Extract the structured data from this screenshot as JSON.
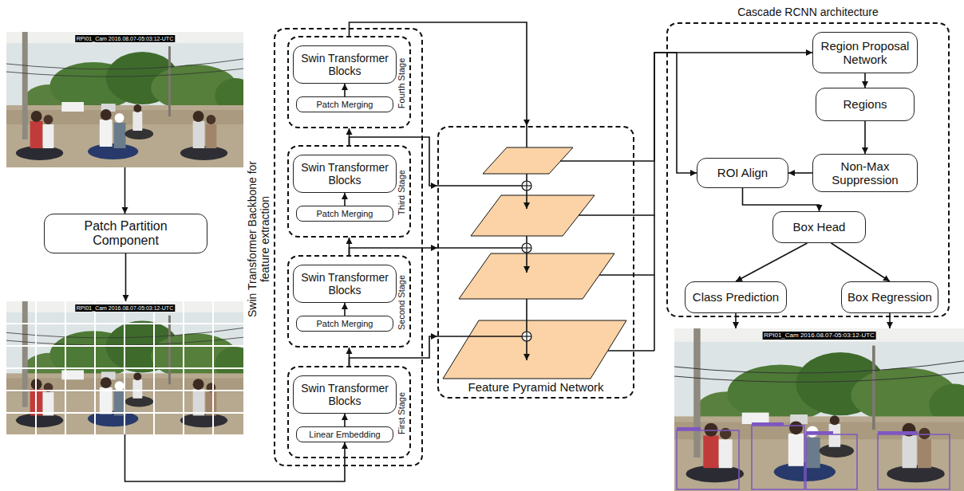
{
  "diagram": {
    "nodes": [
      {
        "text": [
          "RPI01_Cam 2016.08.07-05:03:12-UTC"
        ]
      },
      {
        "text": [
          "Patch Partition Component"
        ]
      },
      {
        "text": [
          "RPI01_Cam 2016.08.07-05:03:12-UTC"
        ]
      },
      {
        "text": [
          "Swin Transformer Backbone for feature extraction"
        ]
      },
      {
        "text": [
          "Fourth Stage"
        ],
        "in": 3
      },
      {
        "text": [
          "Swin Transformer Blocks"
        ],
        "in": 4
      },
      {
        "text": [
          "Patch Merging"
        ],
        "in": 4
      },
      {
        "text": [
          "Third Stage"
        ],
        "in": 3
      },
      {
        "text": [
          "Swin Transformer Blocks"
        ],
        "in": 7
      },
      {
        "text": [
          "Patch Merging"
        ],
        "in": 7
      },
      {
        "text": [
          "Second Stage"
        ],
        "in": 3
      },
      {
        "text": [
          "Swin Transformer Blocks"
        ],
        "in": 10
      },
      {
        "text": [
          "Patch Merging"
        ],
        "in": 10
      },
      {
        "text": [
          "First Stage"
        ],
        "in": 3
      },
      {
        "text": [
          "Swin Transformer Blocks"
        ],
        "in": 13
      },
      {
        "text": [
          "Linear Embedding"
        ],
        "in": 13
      },
      {
        "text": [
          "Feature Pyramid Network"
        ]
      },
      {
        "text": [
          "Cascade RCNN architecture"
        ]
      },
      {
        "text": [
          "Region Proposal Network"
        ],
        "in": 17
      },
      {
        "text": [
          "Regions"
        ],
        "in": 17
      },
      {
        "text": [
          "ROI Align"
        ],
        "in": 17
      },
      {
        "text": [
          "Non-Max Suppression"
        ],
        "in": 17
      },
      {
        "text": [
          "Box Head"
        ],
        "in": 17
      },
      {
        "text": [
          "Class Prediction"
        ],
        "in": 17
      },
      {
        "text": [
          "Box Regression"
        ],
        "in": 17
      },
      {
        "text": [
          "RPI01_Cam 2016.08.07-05:03:12-UTC"
        ]
      }
    ],
    "edges": [
      {
        "from": 0,
        "to": 1,
        "arrow": "to"
      },
      {
        "from": 1,
        "to": 2,
        "arrow": "to"
      },
      {
        "from": 2,
        "to": 15,
        "arrow": "to"
      },
      {
        "from": 15,
        "to": 14,
        "arrow": "to"
      },
      {
        "from": 12,
        "to": 11,
        "arrow": "to"
      },
      {
        "from": 9,
        "to": 8,
        "arrow": "to"
      },
      {
        "from": 6,
        "to": 5,
        "arrow": "to"
      },
      {
        "from": 13,
        "to": 10,
        "arrow": "to"
      },
      {
        "from": 10,
        "to": 7,
        "arrow": "to"
      },
      {
        "from": 7,
        "to": 4,
        "arrow": "to"
      },
      {
        "from": 4,
        "to": 16,
        "arrow": "to"
      },
      {
        "from": 7,
        "to": 16,
        "arrow": "to"
      },
      {
        "from": 10,
        "to": 16,
        "arrow": "to"
      },
      {
        "from": 13,
        "to": 16,
        "arrow": "to"
      },
      {
        "from": 16,
        "to": 18,
        "arrow": "to"
      },
      {
        "from": 16,
        "to": 20,
        "arrow": "to"
      },
      {
        "from": 18,
        "to": 19,
        "arrow": "to"
      },
      {
        "from": 19,
        "to": 21,
        "arrow": "to"
      },
      {
        "from": 21,
        "to": 20,
        "arrow": "to"
      },
      {
        "from": 20,
        "to": 22,
        "arrow": "to"
      },
      {
        "from": 22,
        "to": 23,
        "arrow": "to"
      },
      {
        "from": 22,
        "to": 24,
        "arrow": "to"
      },
      {
        "from": 23,
        "to": 25,
        "arrow": "to"
      },
      {
        "from": 24,
        "to": 25,
        "arrow": "to"
      }
    ]
  }
}
